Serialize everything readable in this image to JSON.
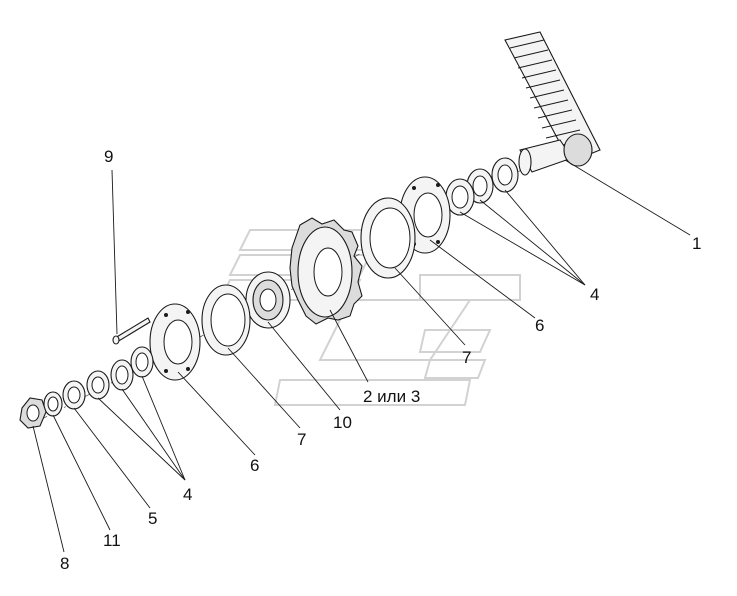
{
  "callouts": {
    "c1": "1",
    "c2or3": "2 или 3",
    "c4_upper": "4",
    "c4_lower": "4",
    "c5": "5",
    "c6_upper": "6",
    "c6_lower": "6",
    "c7_upper": "7",
    "c7_lower": "7",
    "c8": "8",
    "c9": "9",
    "c10": "10",
    "c11": "11"
  },
  "colors": {
    "line": "#1a1a1a",
    "watermark": "#d2d2d2",
    "background": "#ffffff"
  }
}
